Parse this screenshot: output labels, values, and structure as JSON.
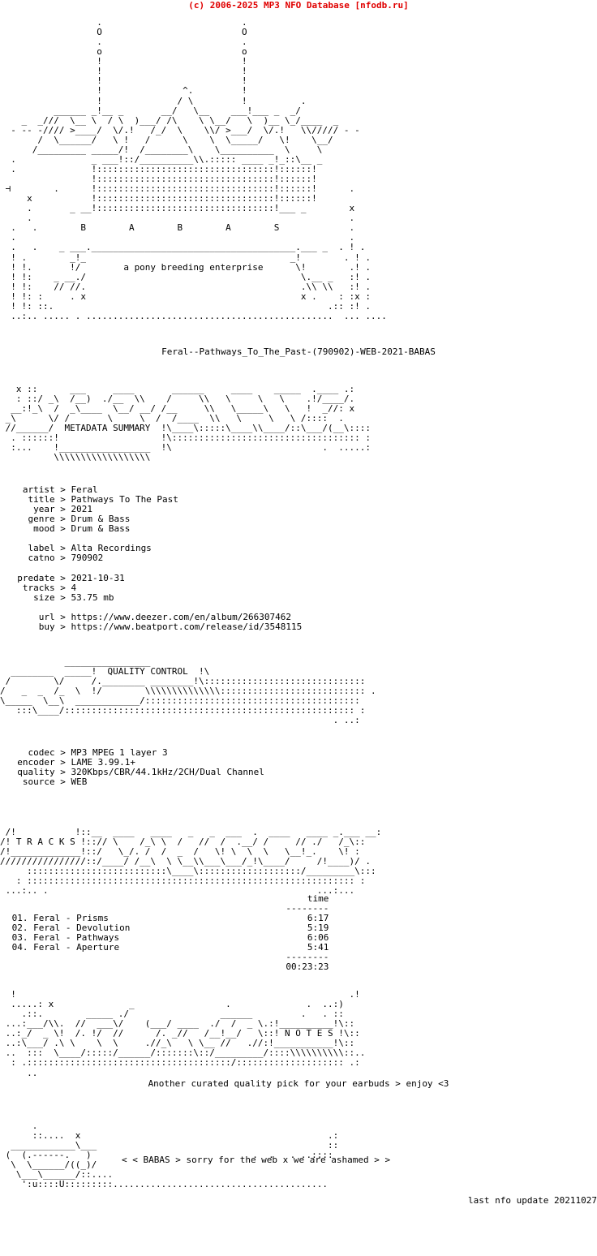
{
  "header": {
    "copyright": "(c) 2006-2025 MP3 NFO Database [nfodb.ru]",
    "color": "#e00000"
  },
  "group": {
    "name": "BABAS",
    "letters": "B        A        B        A        S",
    "tagline": "a pony breeding enterprise"
  },
  "release": {
    "dirname": "Feral--Pathways_To_The_Past-(790902)-WEB-2021-BABAS"
  },
  "sections": {
    "metadata_label": "METADATA SUMMARY",
    "quality_label": "QUALITY CONTROL",
    "tracks_label": "T R A C K S",
    "notes_label": "N O T E S"
  },
  "metadata": {
    "separator": ">",
    "fields": [
      {
        "key": "artist",
        "value": "Feral"
      },
      {
        "key": "title",
        "value": "Pathways To The Past"
      },
      {
        "key": "year",
        "value": "2021"
      },
      {
        "key": "genre",
        "value": "Drum & Bass"
      },
      {
        "key": "mood",
        "value": "Drum & Bass"
      },
      {
        "key": "label",
        "value": "Alta Recordings"
      },
      {
        "key": "catno",
        "value": "790902"
      },
      {
        "key": "predate",
        "value": "2021-10-31"
      },
      {
        "key": "tracks",
        "value": "4"
      },
      {
        "key": "size",
        "value": "53.75 mb"
      },
      {
        "key": "url",
        "value": "https://www.deezer.com/en/album/266307462"
      },
      {
        "key": "buy",
        "value": "https://www.beatport.com/release/id/3548115"
      }
    ],
    "block": "   artist > Feral\n    title > Pathways To The Past\n     year > 2021\n    genre > Drum & Bass\n     mood > Drum & Bass\n\n    label > Alta Recordings\n    catno > 790902\n\n  predate > 2021-10-31\n   tracks > 4\n     size > 53.75 mb\n\n      url > https://www.deezer.com/en/album/266307462\n      buy > https://www.beatport.com/release/id/3548115"
  },
  "quality": {
    "fields": [
      {
        "key": "codec",
        "value": "MP3 MPEG 1 layer 3"
      },
      {
        "key": "encoder",
        "value": "LAME 3.99.1+"
      },
      {
        "key": "quality",
        "value": "320Kbps/CBR/44.1kHz/2CH/Dual Channel"
      },
      {
        "key": "source",
        "value": "WEB"
      }
    ],
    "block": "    codec > MP3 MPEG 1 layer 3\n  encoder > LAME 3.99.1+\n  quality > 320Kbps/CBR/44.1kHz/2CH/Dual Channel\n   source > WEB"
  },
  "tracklist": {
    "time_header": "time",
    "rule": "--------",
    "total": "00:23:23",
    "tracks": [
      {
        "num": "01.",
        "artist": "Feral",
        "title": "Prisms",
        "time": "6:17"
      },
      {
        "num": "02.",
        "artist": "Feral",
        "title": "Devolution",
        "time": "5:19"
      },
      {
        "num": "03.",
        "artist": "Feral",
        "title": "Pathways",
        "time": "6:06"
      },
      {
        "num": "04.",
        "artist": "Feral",
        "title": "Aperture",
        "time": "5:41"
      }
    ],
    "block": "                                                        time\n                                                    --------\n 01. Feral - Prisms                                     6:17\n 02. Feral - Devolution                                 5:19\n 03. Feral - Pathways                                   6:06\n 04. Feral - Aperture                                   5:41\n                                                    --------\n                                                    00:23:23"
  },
  "notes": {
    "text": "Another curated quality pick for your earbuds > enjoy <3"
  },
  "footer": {
    "greeting": "< < BABAS > sorry for the web x we are ashamed > >",
    "last_update": "last nfo update 20211027"
  },
  "ascii": {
    "logo": "                  .                          .\n                  O                          O\n                  .                          .\n                  o                          o\n                  !                          !\n                  !                          !\n                  !                          !\n                  !               ^.         !\n                  !              / \\         !          .\n          ______ _!__ _       __/   \\__    ___!___ _  _/\n    _  _///  \\__ \\  / \\  )___/ /\\    \\ \\__/   \\  )__ \\_/____  _\n  - -- -//// >____/  \\/.!   /_/  \\    \\\\/ >___/  \\/.!   \\\\///// - -\n       /  \\______/   \\ !   /      \\    \\  \\_____/   \\!    \\__/\n      /_________ _____/!  /________\\    \\__________  \\     \\\n  .              _ ___!::/__________\\\\.::::: ____ _!_::\\__ _\n  .              !:::::::::::::::::::::::::::::::::!::::::!\n                 !:::::::::::::::::::::::::::::::::!::::::!\n ⊣        .      !:::::::::::::::::::::::::::::::::!::::::!      .\n     x           !:::::::::::::::::::::::::::::::::!::::::!\n     .       _ __!:::::::::::::::::::::::::::::::::!___ _        x\n     .                                                           .\n  .   .        B        A        B        A        S             .\n  .                                                              .\n  .   .    _ ___.______________________________________.___ _  . ! .\n  ! .        _!_                                      _!        . ! .\n  ! !.       !/        a pony breeding enterprise      \\!        .! .\n  ! !:    _ __./                                        \\.__ _   :! .\n  ! !:    // //.                                        .\\\\ \\\\   :! .\n  ! !: :     . x                                        x .    : :x :\n  ! !: ::.                                                   .:: :! .\n  ..:.. ..... . ..............................................  ... ....",
    "metadata_banner": "   x ::      ___     ____       ______     ____    _____  .____ .:\n   : ::/ _\\  /__)  ./__  \\\\    /     \\\\   \\     \\   \\    .!/____/.\n  __:!_\\  /  _\\____  \\__/ __/ /__     \\\\   \\_____\\   \\   !  _//: x\n _\\      \\/ /       \\     \\  /  /____  \\\\   \\     \\   \\ /::::  .\n //______/  METADATA SUMMARY  !\\____\\:::::\\____\\\\____/::\\___/(__\\::::\n  . ::::::!                   !\\::::::::::::::::::::::::::::::::::: :\n  :...    !_________________  !\\                            .  .....:\n          \\\\\\\\\\\\\\\\\\\\\\\\\\\\\\\\\\\\",
    "quality_banner": "            ________________\n  ________  _____!  QUALITY CONTROL  !\\\n /        \\/     /.________ ________!\\::::::::::::::::::::::::::::::\n/   _  _  /_  \\  !/        \\\\\\\\\\\\\\\\\\\\\\\\\\\\::::::::::::::::::::::::::: .\n\\_____  \\__\\  ____________/::::::::::::::::::::::::::::::::::::::::\n   :::\\____/:::::::::::::::::::::::::::::::::::::::::::::::::::::: :\n                                                              . ..:",
    "tracks_banner": " /!           !::__  ____   ____   _   _  ___  .  ____   ____ _.___ __:\n/! T R A C K S !::// \\    /_\\ \\  /   //  /  .__/ /     // ./   /_\\::\n/!_____________!::/   \\_/. /  /  _  /   \\! \\  \\  \\   \\__!_.    \\! :\n////////////////::/____/ /__\\  \\ \\__\\\\___\\___/_!\\____/     /!____)/ .\n     ::::::::::::::::::::::::::\\____\\:::::::::::::::::::/_________\\:::\n   : ::::::::::::::::::::::::::::::::::::::::::::::::::::::::::::: :\n ...:.. .                                                  ...:...",
    "notes_banner": "  !                                                              .!\n  .....: x              _                 .              .  ..:)\n    .::.        _____ ./                 ______         .   . ::\n ...:___/\\\\.  //  ___\\/    (___/ ____  ./  /  _ \\.:!__________!\\::\n ..:_/  _ \\!  /. !/  //      /. _//   /__!__/   \\::! N O T E S !\\::\n ..:\\___/ .\\ \\    \\  \\     .//_\\   \\ \\__ //   .//:!___________!\\::\n ..  :::  \\____/:::::/______/:::::::\\::/_________/::::\\\\\\\\\\\\\\\\\\\\::..\n  : .::::::::::::::::::::::::::::::::::::::/:::::::::::::::::::: .:\n     ..",
    "footer_art": "      .\n      ::....  x                                              .:\n  ____________\\___                                           ::\n (  (.------.   )                              .  .   . ..::::\n  \\  \\______/((_)/\n   \\___\\______/::....\n    ':u::::U:::::::::........................................"
  }
}
